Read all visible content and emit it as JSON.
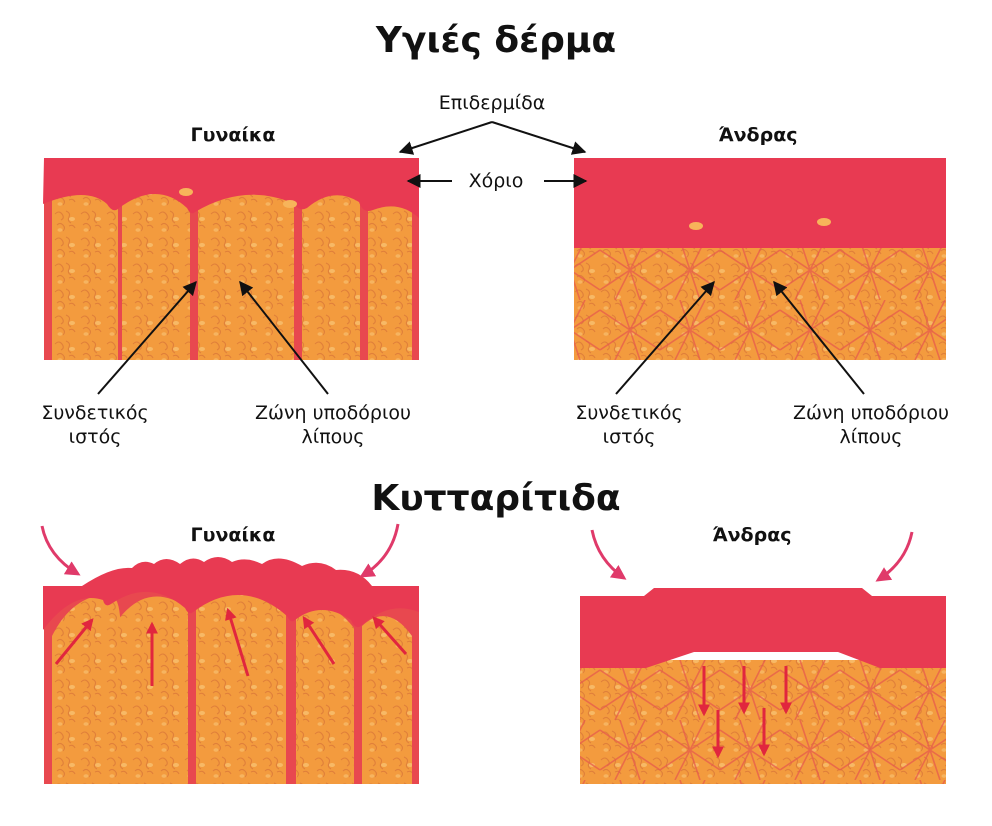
{
  "healthy": {
    "title": "Υγιές δέρμα",
    "woman_label": "Γυναίκα",
    "man_label": "Άνδρας",
    "epidermis_label": "Επιδερμίδα",
    "dermis_label": "Χόριο",
    "woman_connective": {
      "line1": "Συνδετικός",
      "line2": "ιστός"
    },
    "woman_fat": {
      "line1": "Ζώνη υποδόριου",
      "line2": "λίπους"
    },
    "man_connective": {
      "line1": "Συνδετικός",
      "line2": "ιστός"
    },
    "man_fat": {
      "line1": "Ζώνη υποδόριου",
      "line2": "λίπους"
    }
  },
  "cellulite": {
    "title": "Κυτταρίτιδα",
    "woman_label": "Γυναίκα",
    "man_label": "Άνδρας"
  },
  "colors": {
    "dermis": "#e83a52",
    "fat": "#f39b3e",
    "fat_light": "#f7b45a",
    "septa": "#e8484f",
    "arrow_pink": "#e03a6a",
    "ink": "#111111"
  }
}
